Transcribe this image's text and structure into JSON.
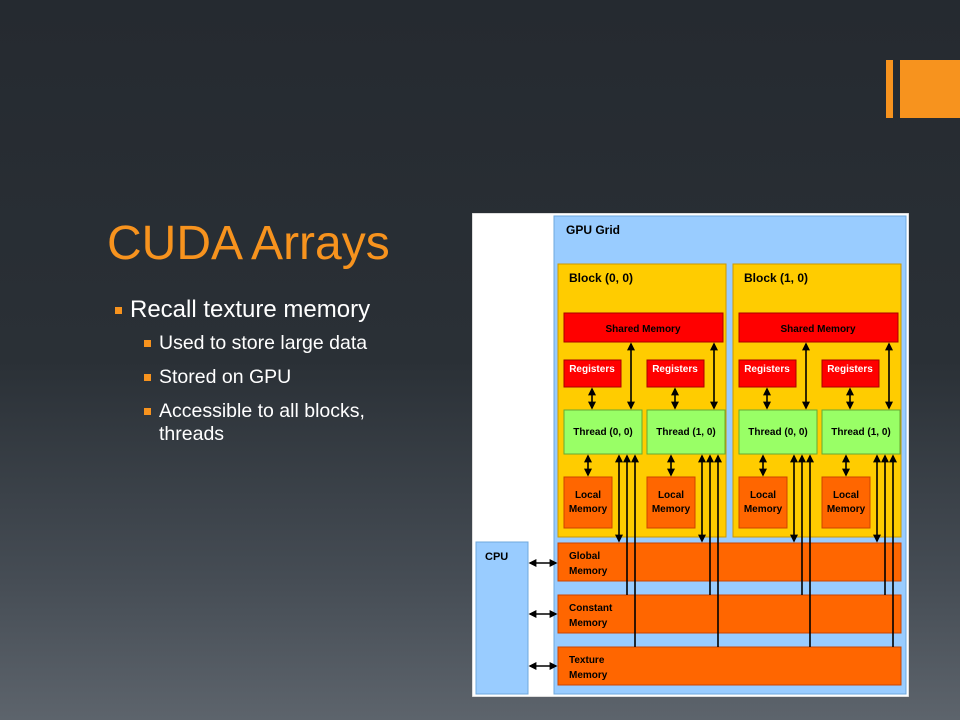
{
  "slide": {
    "title": "CUDA Arrays",
    "bullets": [
      {
        "level": 1,
        "text": "Recall texture memory"
      },
      {
        "level": 2,
        "text": "Used to store large data"
      },
      {
        "level": 2,
        "text": "Stored on GPU"
      },
      {
        "level": 2,
        "text": "Accessible to all blocks, threads"
      }
    ],
    "accent_color": "#f7931e"
  },
  "diagram": {
    "grid_label": "GPU Grid",
    "cpu_label": "CPU",
    "blocks": [
      {
        "label": "Block (0, 0)",
        "shared_memory": "Shared Memory",
        "threads": [
          {
            "registers": "Registers",
            "thread": "Thread (0, 0)",
            "local_memory": [
              "Local",
              "Memory"
            ]
          },
          {
            "registers": "Registers",
            "thread": "Thread (1, 0)",
            "local_memory": [
              "Local",
              "Memory"
            ]
          }
        ]
      },
      {
        "label": "Block (1, 0)",
        "shared_memory": "Shared Memory",
        "threads": [
          {
            "registers": "Registers",
            "thread": "Thread (0, 0)",
            "local_memory": [
              "Local",
              "Memory"
            ]
          },
          {
            "registers": "Registers",
            "thread": "Thread (1, 0)",
            "local_memory": [
              "Local",
              "Memory"
            ]
          }
        ]
      }
    ],
    "memories": [
      {
        "line1": "Global",
        "line2": "Memory"
      },
      {
        "line1": "Constant",
        "line2": "Memory"
      },
      {
        "line1": "Texture",
        "line2": "Memory"
      }
    ],
    "colors": {
      "grid": "#99ccff",
      "block": "#ffcc00",
      "shared_memory": "#ff0000",
      "thread": "#99ff66",
      "local_memory": "#ff6600",
      "device_memory": "#ff6600"
    }
  }
}
